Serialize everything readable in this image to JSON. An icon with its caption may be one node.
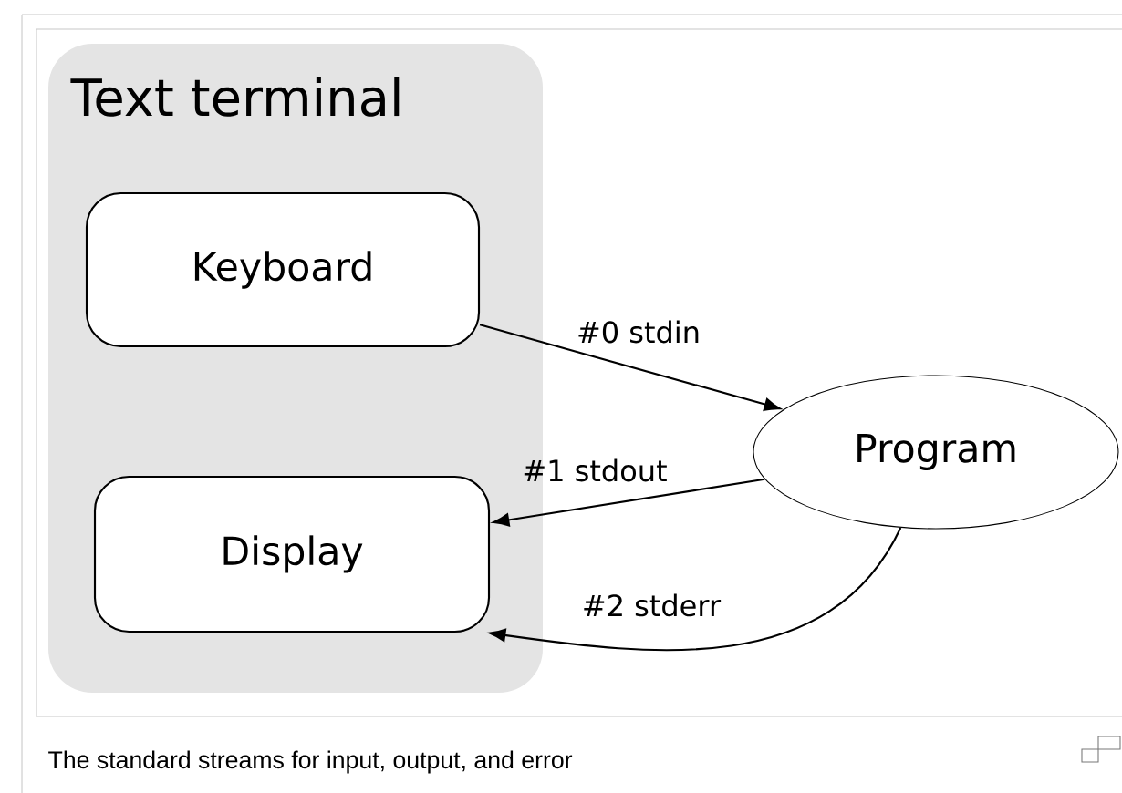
{
  "diagram": {
    "caption": "The standard streams for input, output, and error",
    "nodes": [
      {
        "text": [
          "Text terminal"
        ]
      },
      {
        "text": [
          "Keyboard"
        ],
        "in": 0
      },
      {
        "text": [
          "Display"
        ],
        "in": 0
      },
      {
        "text": [
          "Program"
        ]
      }
    ],
    "edges": [
      {
        "from": 1,
        "to": 3,
        "arrow": "to",
        "label": "#0 stdin"
      },
      {
        "from": 3,
        "to": 2,
        "arrow": "to",
        "label": "#1 stdout"
      },
      {
        "from": 3,
        "to": 2,
        "arrow": "to",
        "label": "#2 stderr"
      }
    ]
  }
}
